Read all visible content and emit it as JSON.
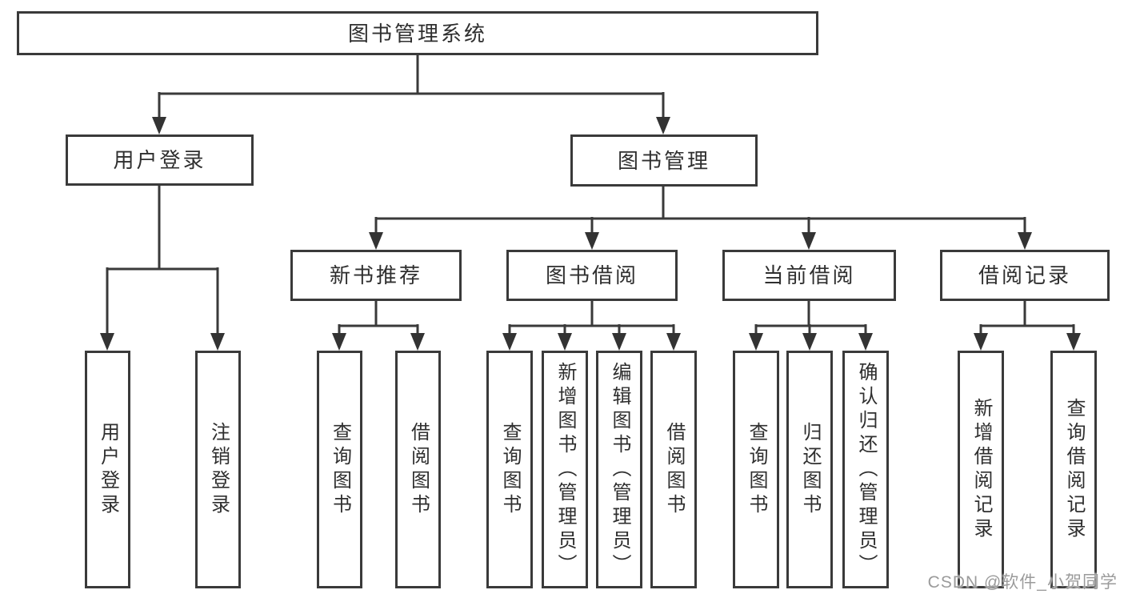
{
  "diagram": {
    "title": "图书管理系统",
    "root": {
      "label": "图书管理系统"
    },
    "level2": [
      {
        "label": "用户登录"
      },
      {
        "label": "图书管理"
      }
    ],
    "level3": [
      {
        "label": "新书推荐"
      },
      {
        "label": "图书借阅"
      },
      {
        "label": "当前借阅"
      },
      {
        "label": "借阅记录"
      }
    ],
    "leaves": {
      "user_login": [
        "用户登录",
        "注销登录"
      ],
      "new_books": [
        "查询图书",
        "借阅图书"
      ],
      "book_borrow": [
        "查询图书",
        "新增图书（管理员）",
        "编辑图书（管理员）",
        "借阅图书"
      ],
      "current_borrow": [
        "查询图书",
        "归还图书",
        "确认归还（管理员）"
      ],
      "borrow_records": [
        "新增借阅记录",
        "查询借阅记录"
      ]
    }
  },
  "watermark": {
    "text": "CSDN @软件_小贺同学"
  },
  "colors": {
    "line": "#3a3a3a",
    "border": "#3a3a3a",
    "text": "#2f2f2f",
    "watermark": "#9b9b9b",
    "background": "#ffffff"
  }
}
